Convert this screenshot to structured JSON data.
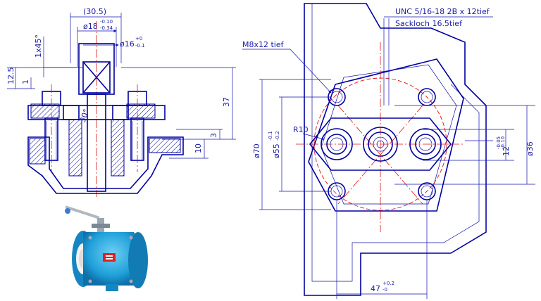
{
  "left_view": {
    "dim_30_5": "(30.5)",
    "dim_dia18": "ø18",
    "dim_dia18_tol_upper": "-0.10",
    "dim_dia18_tol_lower": "-0.34",
    "dim_dia16": "ø16",
    "dim_dia16_tol_upper": "+0",
    "dim_dia16_tol_lower": "-0.1",
    "dim_chamfer": "1x45°",
    "dim_12_5": "12.5",
    "dim_1": "1",
    "dim_37": "37",
    "dim_3": "3",
    "dim_10": "10",
    "dim_angle": "30°"
  },
  "right_view": {
    "thread_callout": "UNC 5/16-18 2B x 12tief",
    "blind_hole": "Sackloch 16.5tief",
    "bolt_thread": "M8x12 tief",
    "radius": "R10",
    "dim_dia70": "ø70",
    "dim_dia55": "ø55",
    "dim_dia55_tol_upper": "-0.1",
    "dim_dia55_tol_lower": "-0.2",
    "dim_12": "12",
    "dim_12_tol_upper": "-0.05",
    "dim_12_tol_lower": "-0.10",
    "dim_dia36": "ø36",
    "dim_47": "47",
    "dim_47_tol_upper": "+0.2",
    "dim_47_tol_lower": "-0"
  },
  "photo": {
    "label_color": "#e02020",
    "body_color": "#1e9fd8"
  }
}
